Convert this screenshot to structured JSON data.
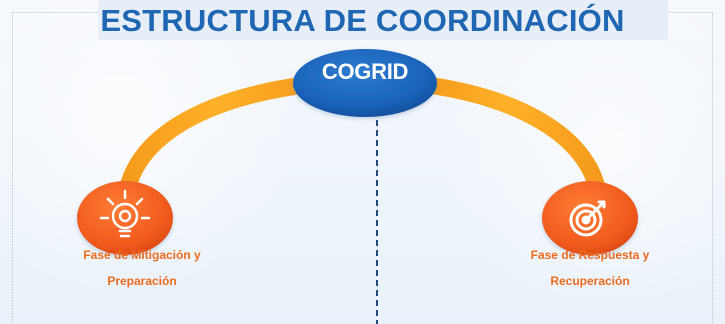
{
  "title": "ESTRUCTURA DE COORDINACIÓN",
  "center_node": {
    "label": "COGRID",
    "color": "#1f66b3"
  },
  "left_phase": {
    "icon": "lightbulb-gear-icon",
    "line1": "Fase de Mitigación  y",
    "line2": "Preparación",
    "color": "#ea6b20"
  },
  "right_phase": {
    "icon": "target-icon",
    "line1": "Fase de Respuesta  y",
    "line2": "Recuperación",
    "color": "#ea6b20"
  },
  "arc_color": "#f4a51f",
  "divider_color": "#224a7e"
}
